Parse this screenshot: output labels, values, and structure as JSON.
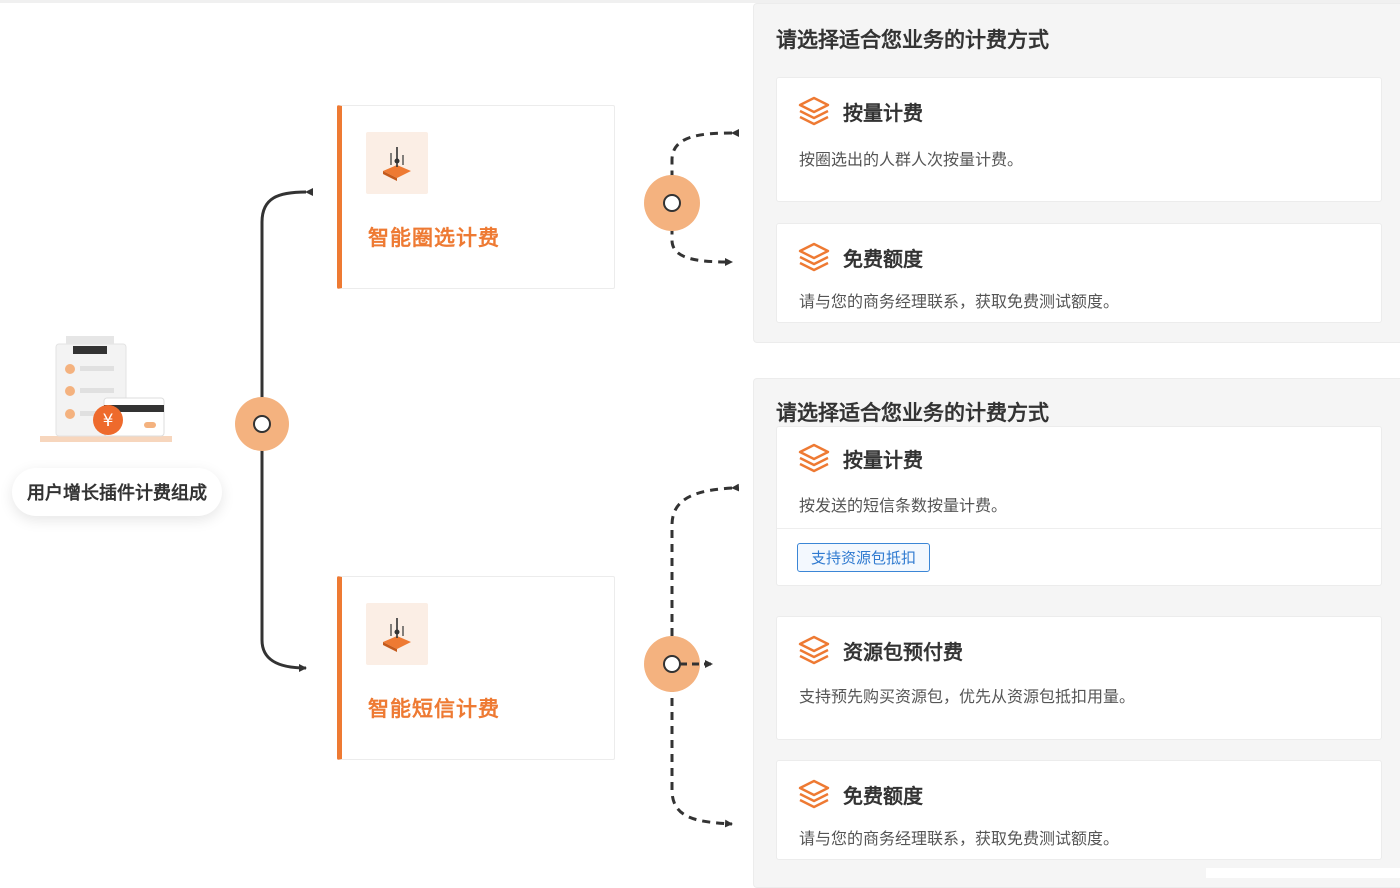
{
  "root": {
    "label": "用户增长插件计费组成"
  },
  "categories": [
    {
      "title": "智能圈选计费"
    },
    {
      "title": "智能短信计费"
    }
  ],
  "panels": [
    {
      "title": "请选择适合您业务的计费方式",
      "options": [
        {
          "title": "按量计费",
          "desc": "按圈选出的人群人次按量计费。"
        },
        {
          "title": "免费额度",
          "desc": "请与您的商务经理联系，获取免费测试额度。"
        }
      ]
    },
    {
      "title": "请选择适合您业务的计费方式",
      "options": [
        {
          "title": "按量计费",
          "desc": "按发送的短信条数按量计费。",
          "tag": "支持资源包抵扣"
        },
        {
          "title": "资源包预付费",
          "desc": "支持预先购买资源包，优先从资源包抵扣用量。"
        },
        {
          "title": "免费额度",
          "desc": "请与您的商务经理联系，获取免费测试额度。"
        }
      ]
    }
  ],
  "colors": {
    "accent": "#ee7a33",
    "node": "#f4b27f",
    "tag": "#3b86d6",
    "line": "#333333"
  },
  "icons": [
    "billing-clipboard-illustration",
    "layers-icon",
    "select-chart-icon"
  ]
}
